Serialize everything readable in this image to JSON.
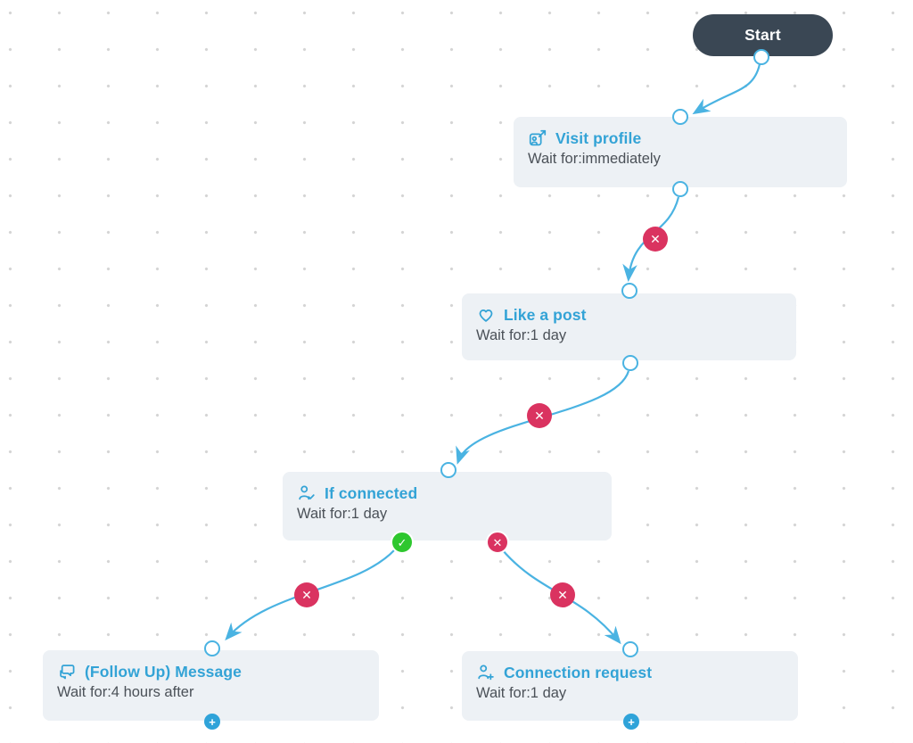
{
  "colors": {
    "canvas-bg": "#ffffff",
    "dot": "#d4d4d4",
    "card-bg": "#edf1f5",
    "accent-blue": "#33a3d6",
    "line-blue": "#4ab3e2",
    "subtitle-gray": "#4b5158",
    "start-bg": "#3a4754",
    "start-text": "#ffffff",
    "delete-red": "#da3360",
    "success-green": "#2ec72e",
    "plus-blue": "#2fa3d9",
    "port-fill": "#ffffff"
  },
  "nodes": {
    "start": {
      "label": "Start"
    },
    "visit_profile": {
      "title": "Visit profile",
      "subtitle": "Wait for:immediately",
      "icon": "profile-visit-icon"
    },
    "like_post": {
      "title": "Like a post",
      "subtitle": "Wait for:1 day",
      "icon": "heart-icon"
    },
    "if_connected": {
      "title": "If connected",
      "subtitle": "Wait for:1 day",
      "icon": "person-check-icon"
    },
    "followup_message": {
      "title": "(Follow Up) Message",
      "subtitle": "Wait for:4 hours after",
      "icon": "chat-bubbles-icon"
    },
    "connection_request": {
      "title": "Connection request",
      "subtitle": "Wait for:1 day",
      "icon": "person-plus-icon"
    }
  },
  "buttons": {
    "delete_label": "✕",
    "yes_label": "✓",
    "no_label": "✕",
    "add_label": "+"
  }
}
